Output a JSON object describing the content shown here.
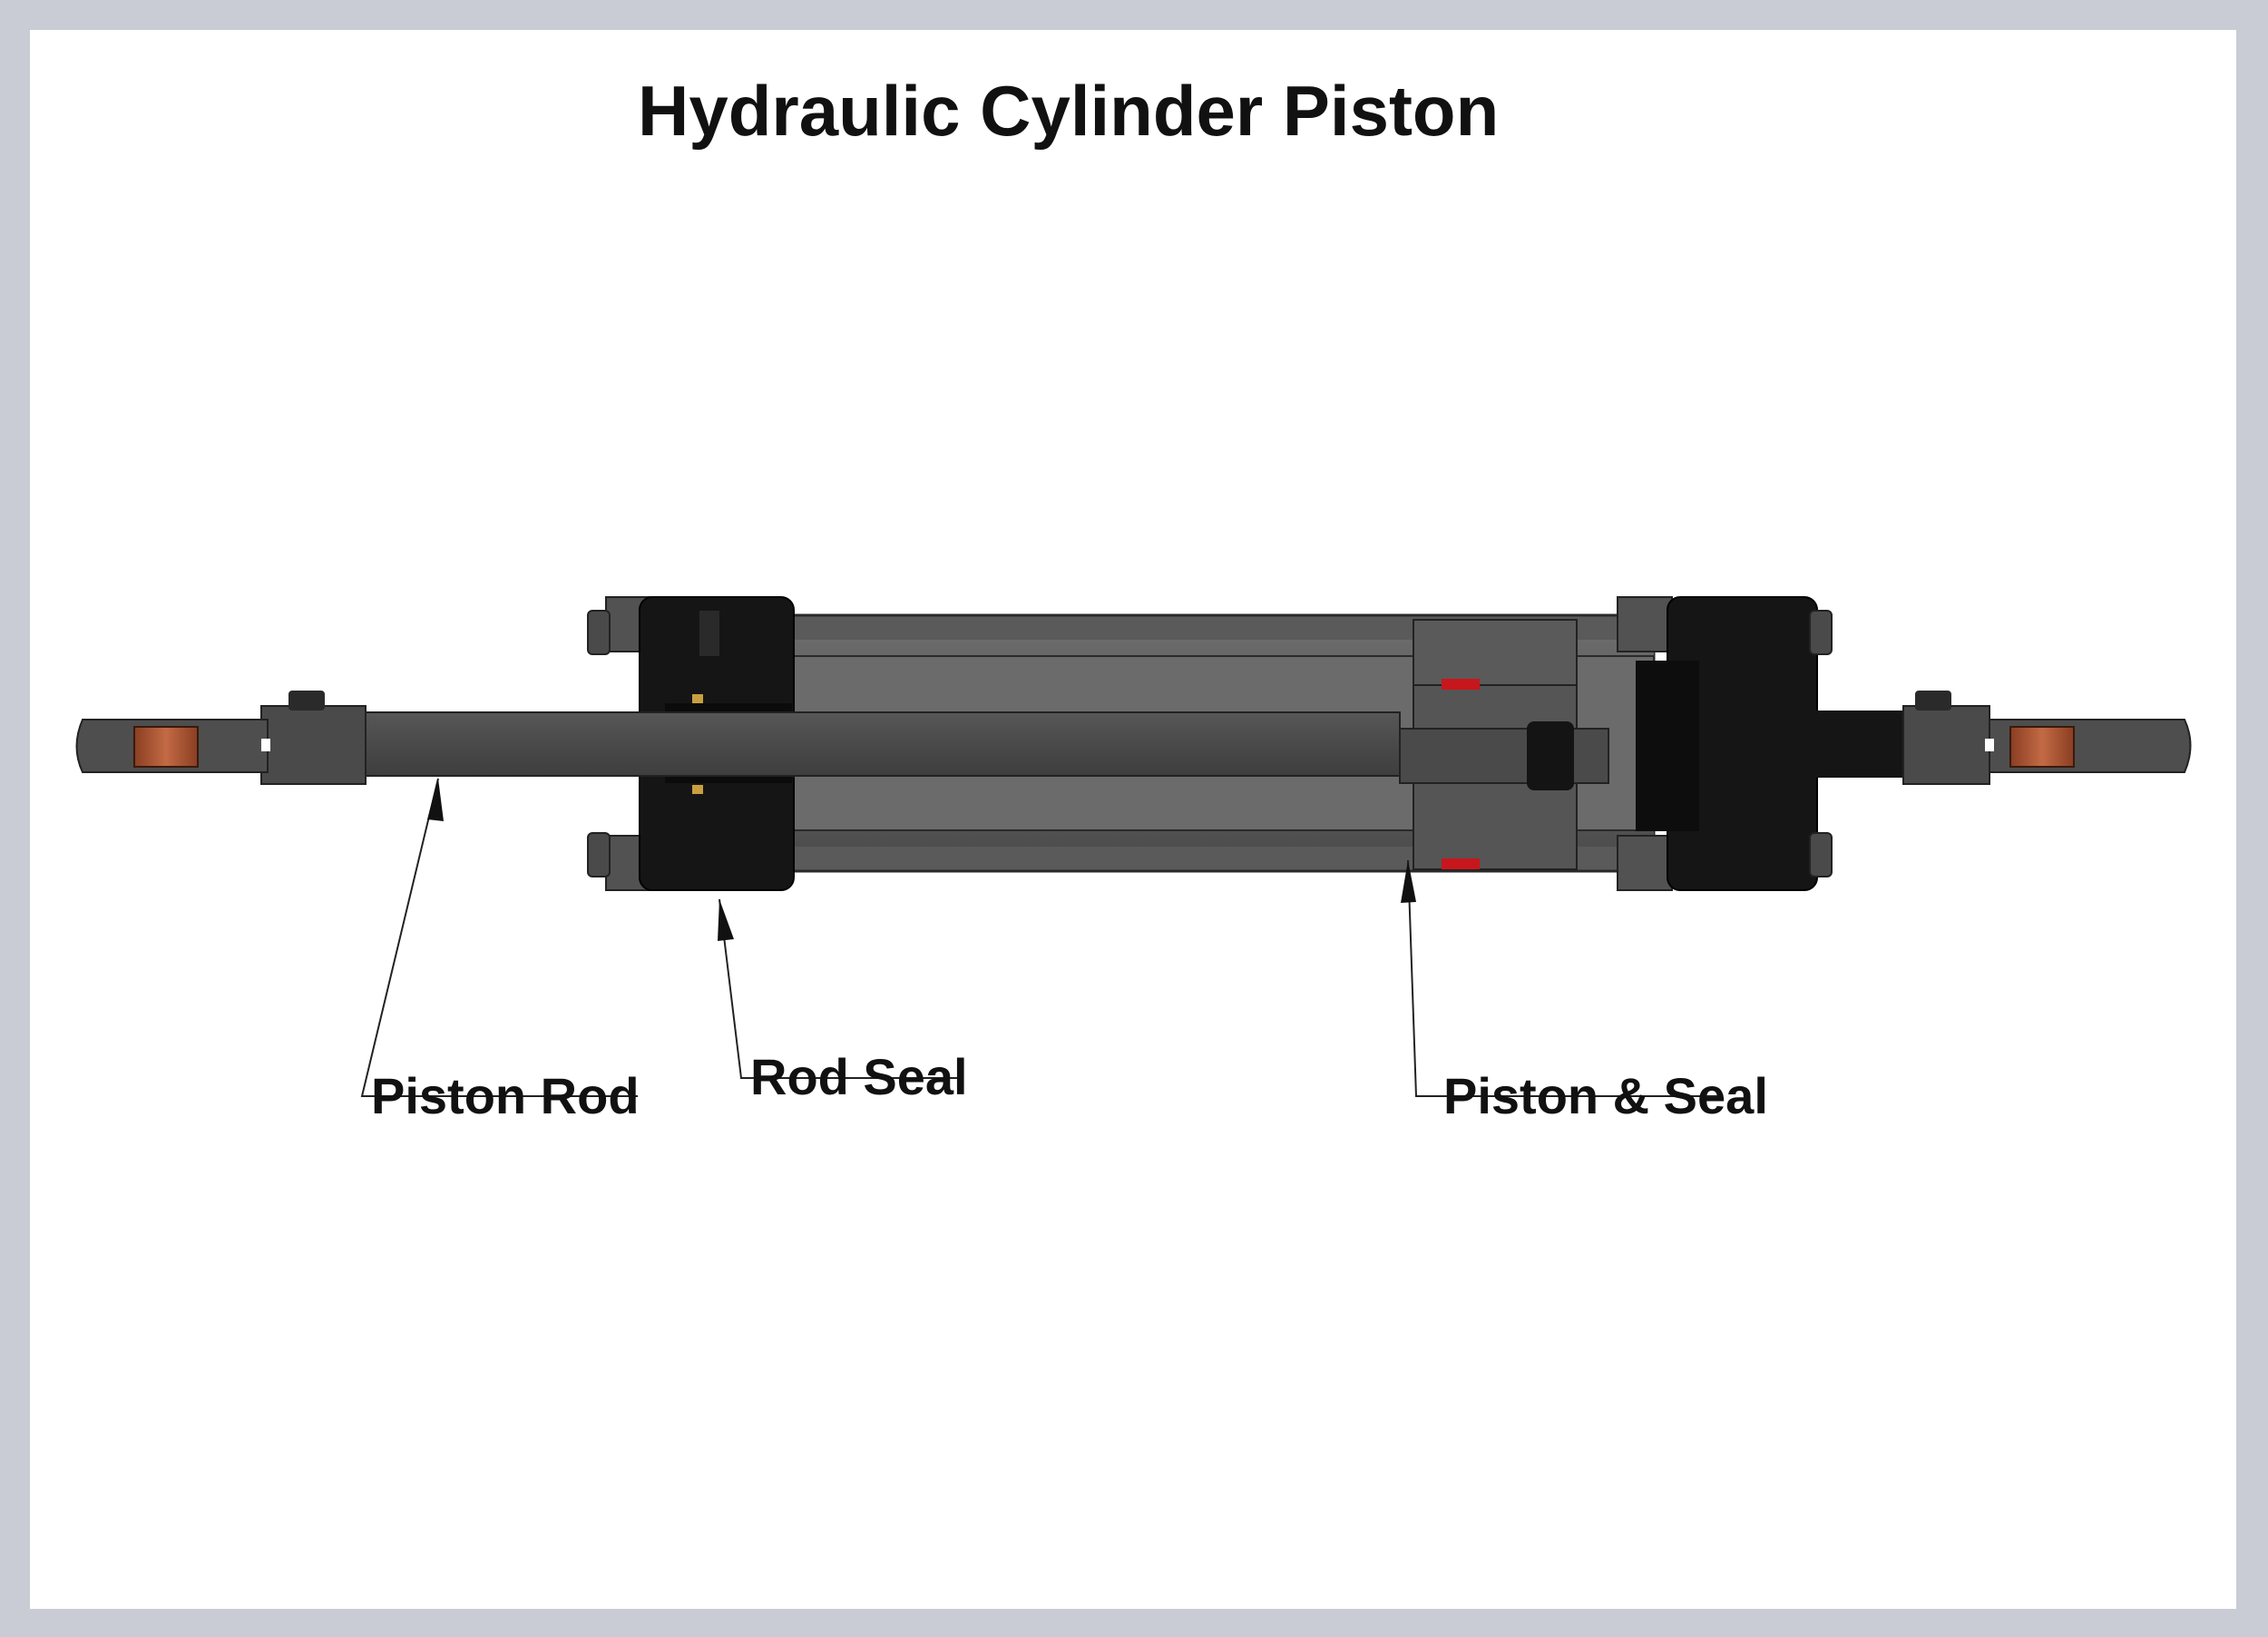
{
  "title": "Hydraulic Cylinder Piston",
  "labels": {
    "piston_rod": "Piston Rod",
    "rod_seal": "Rod Seal",
    "piston_seal": "Piston & Seal"
  },
  "colors": {
    "frame": "#c9ccd4",
    "background": "#ffffff",
    "body_dark": "#141414",
    "steel": "#4a4a4a",
    "barrel": "#5c5c5c",
    "bushing": "#b0603c",
    "seal_red": "#c8161d"
  }
}
